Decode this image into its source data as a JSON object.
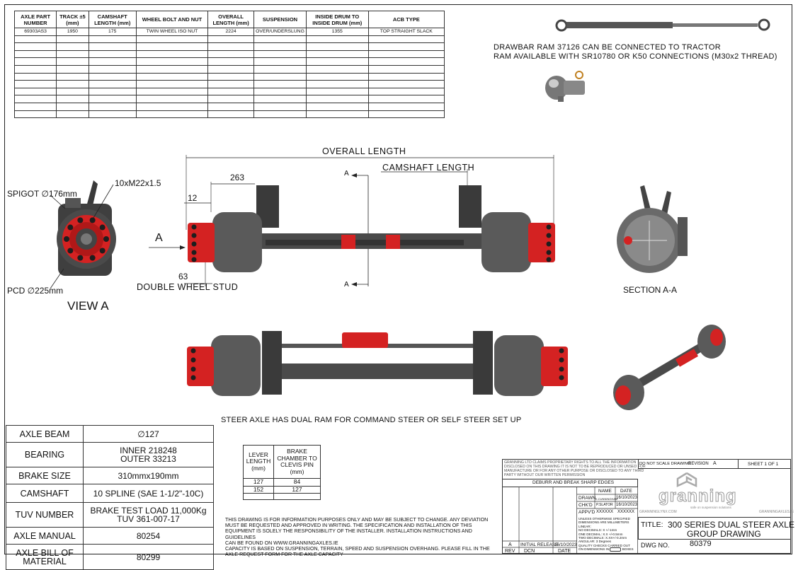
{
  "spec_table": {
    "headers": [
      "AXLE PART NUMBER",
      "TRACK ±5 (mm)",
      "CAMSHAFT LENGTH (mm)",
      "WHEEL BOLT AND NUT",
      "OVERALL LENGTH (mm)",
      "SUSPENSION",
      "INSIDE DRUM TO INSIDE DRUM (mm)",
      "ACB TYPE"
    ],
    "row": [
      "69303AS3",
      "1950",
      "175",
      "TWIN WHEEL ISO NUT",
      "2224",
      "OVER/UNDERSLUNG",
      "1355",
      "TOP STRAIGHT SLACK"
    ]
  },
  "drawbar_note": {
    "line1": "DRAWBAR RAM 37126 CAN BE CONNECTED TO TRACTOR",
    "line2": "RAM AVAILABLE WITH SR10780 OR K50 CONNECTIONS (M30x2 THREAD)"
  },
  "view_a": {
    "stud": "10xM22x1.5",
    "spigot": "SPIGOT ∅176mm",
    "pcd": "PCD ∅225mm",
    "label": "VIEW A"
  },
  "main_view": {
    "overall_length": "OVERALL LENGTH",
    "camshaft_length": "CAMSHAFT LENGTH",
    "dim_263": "263",
    "dim_12": "12",
    "dim_63": "63",
    "double_wheel_stud": "DOUBLE WHEEL STUD",
    "a_letter": "A"
  },
  "section_label": "SECTION A-A",
  "steer_note": "STEER AXLE HAS DUAL RAM FOR COMMAND STEER OR SELF STEER SET UP",
  "components": [
    {
      "label": "AXLE BEAM",
      "value": "∅127"
    },
    {
      "label": "BEARING",
      "value": "INNER 218248",
      "value2": "OUTER 33213"
    },
    {
      "label": "BRAKE SIZE",
      "value": "310mmx190mm"
    },
    {
      "label": "CAMSHAFT",
      "value": "10 SPLINE (SAE 1-1/2\"-10C)"
    },
    {
      "label": "TUV NUMBER",
      "value": "BRAKE TEST LOAD 11,000Kg",
      "value2": "TUV 361-007-17"
    },
    {
      "label": "AXLE MANUAL",
      "value": "80254"
    },
    {
      "label": "AXLE BILL OF",
      "label2": "MATERIAL",
      "value": "80299"
    }
  ],
  "lever_table": {
    "h1": "LEVER LENGTH (mm)",
    "h2": "BRAKE CHAMBER TO CLEVIS PIN (mm)",
    "rows": [
      [
        "127",
        "84"
      ],
      [
        "152",
        "127"
      ]
    ]
  },
  "disclaimer": {
    "l1": "THIS DRAWING IS FOR INFORMATION PURPOSES ONLY AND MAY BE SUBJECT TO CHANGE. ANY DEVIATION",
    "l2": "MUST BE REQUESTED AND APPROVED IN WRITING. THE SPECIFICATION AND INSTALLATION OF THIS",
    "l3": "EQUIPMENT IS SOLELY THE RESPONSIBILITY OF THE INSTALLER. INSTALLATION INSTRUCTIONS AND GUIDELINES",
    "l4": "CAN BE FOUND ON WWW.GRANNINGAXLES.IE",
    "l5": "CAPACITY IS BASED ON SUSPENSION, TERRAIN, SPEED AND SUSPENSION OVERHANG. PLEASE FILL IN THE",
    "l6": "AXLE REQUEST FORM FOR THE AXLE CAPACITY"
  },
  "title_block": {
    "rights1": "GRANNING LTD CLAIMS PROPRIETARY RIGHTS TO ALL THE INFORMATION",
    "rights2": "DISCLOSED ON THIS DRAWING IT IS NOT TO BE REPRODUCED OR UNSED FOR",
    "rights3": "MANUFACTURE OR FOR ANY OTHER PURPOSE OR DISCLOSED TO ANY THIRD",
    "rights4": "PARTY WITHOUT OUR WRITTEN PERMISSION",
    "deburr": "DEBURR AND BREAK SHARP EDGES",
    "name_h": "NAME",
    "date_h": "DATE",
    "drawn": "DRAWN",
    "drawn_name": "K.CUNNINGHAM",
    "drawn_date": "16/10/2023",
    "chkd": "CHK'D",
    "chkd_name": "P.SLATOR",
    "chkd_date": "16/10/2023",
    "appvd": "APPV'D",
    "appvd_name": "XXXXXX",
    "appvd_date": "XXXXXX",
    "tol1": "UNLESS OTHERWISE SPECIFIED",
    "tol2": "DIMENSIONS ARE MILLIMETERS",
    "tol3": "LINEAR:",
    "tol4": "NO DECIMALS:    X +/-1mm",
    "tol5": "ONE DECIMAL:    X.X +/-0.5mm",
    "tol6": "TWO DECIMALS:   X.XX+/-0.2mm",
    "tol7": "ANGULAR: 3 Degrees",
    "tol8": "QUALITY CHECKS CARRIED OUT",
    "tol9": "ON DIMENSIONS IN",
    "tol10": "BOXES",
    "rev_a": "A",
    "initial_release": "INITIAL RELEASE",
    "rev_date": "16/10/2023",
    "rev_h": "REV",
    "dcn_h": "DCN",
    "date_h2": "DATE",
    "do_not_scale": "DO NOT SCALE DRAWING",
    "revision": "REVISION",
    "revision_value": "A",
    "sheet": "SHEET 1 OF 1",
    "logo": "granning",
    "logo_tag": "safe on suspension solutions",
    "url1": "GRANNINGLYNX.COM",
    "url2": "GRANNINGAXLES.IE",
    "title_label": "TITLE:",
    "title_line1": "300 SERIES DUAL STEER AXLE",
    "title_line2": "GROUP DRAWING",
    "dwg_label": "DWG NO.",
    "dwg_no": "80379"
  },
  "colors": {
    "red": "#d42222",
    "drum": "#5a5a5a",
    "beam": "#4a4a4a",
    "bracket": "#3a3a3a"
  }
}
